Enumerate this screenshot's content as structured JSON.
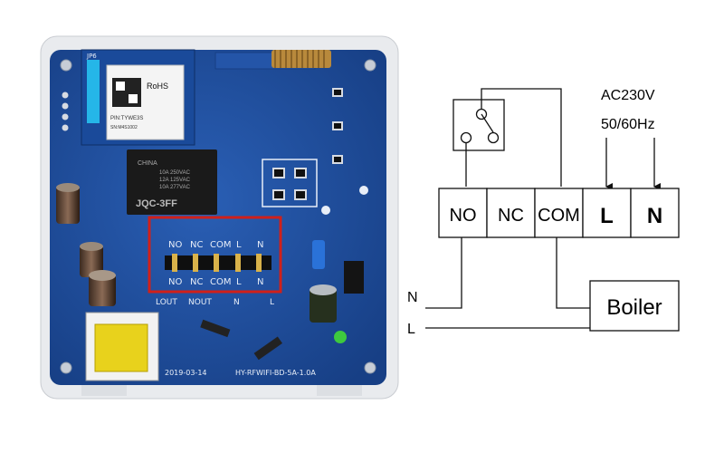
{
  "photo": {
    "module_labels": [
      "JP6",
      "RoHS",
      "PIN:TYWE3S",
      "SN:M4S1002"
    ],
    "relay_labels": [
      "JQC-3FF",
      "CHINA",
      "10A 250VAC",
      "12A 125VAC",
      "10A 277VAC"
    ],
    "pin_labels_top": [
      "NO",
      "NC",
      "COM",
      "L",
      "N"
    ],
    "pin_labels_bottom": [
      "NO",
      "NC",
      "COM",
      "L",
      "N"
    ],
    "board_bottom_labels": [
      "LOUT",
      "NOUT",
      "N",
      "L"
    ],
    "date_code": "2019-03-14",
    "model_code": "HY-RFWIFI-BD-5A-1.0A"
  },
  "diagram": {
    "supply_voltage": "AC230V",
    "supply_frequency": "50/60Hz",
    "terminals": [
      "NO",
      "NC",
      "COM",
      "L",
      "N"
    ],
    "boiler_label": "Boiler",
    "wire_n_label": "N",
    "wire_l_label": "L"
  },
  "colors": {
    "pcb_blue": "#1f4fa0",
    "highlight_red": "#d0201a",
    "transformer_yellow": "#e8d21c"
  }
}
